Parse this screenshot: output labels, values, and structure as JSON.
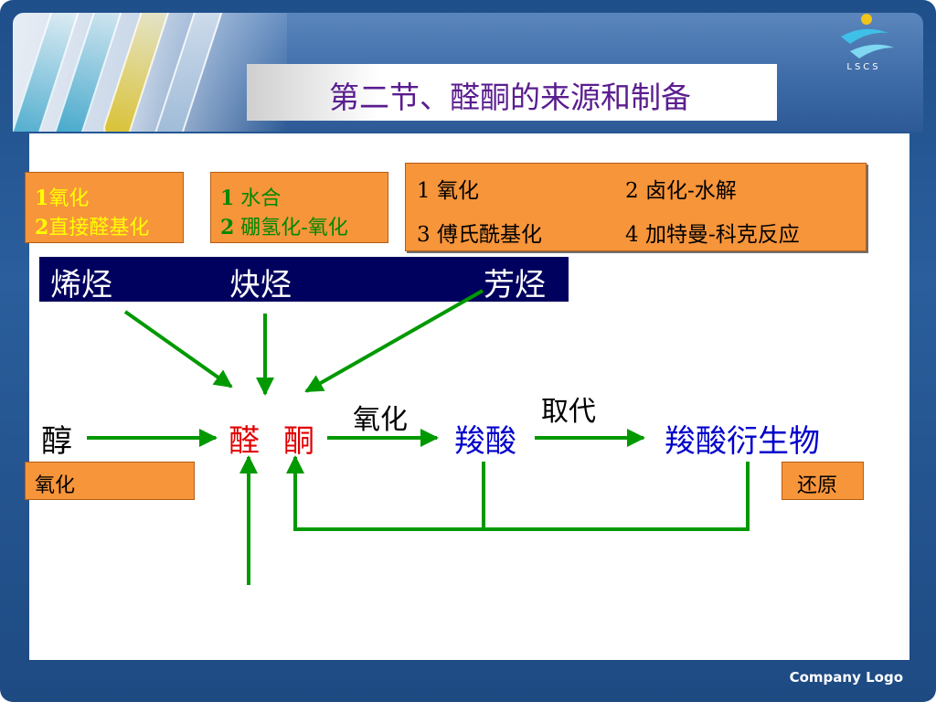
{
  "slide": {
    "title": "第二节、醛酮的来源和制备",
    "company_logo": "Company Logo",
    "logo_text": "LSCS"
  },
  "boxes": {
    "alkene": {
      "line1_num": "1",
      "line1": "氧化",
      "line2_num": "2",
      "line2": "直接醛基化"
    },
    "alkyne": {
      "line1_num": "1",
      "line1": " 水合",
      "line2_num": "2",
      "line2": " 硼氢化-氧化"
    },
    "aromatic": {
      "item1": "1  氧化",
      "item2": "2  卤化-水解",
      "item3": "3  傅氏酰基化",
      "item4": "4   加特曼-科克反应"
    },
    "alcohol": "氧化",
    "reduce": "还原"
  },
  "band": {
    "alkene": "烯烃",
    "alkyne": "炔烃",
    "aromatic": "芳烃"
  },
  "nodes": {
    "alcohol": "醇",
    "aldehyde": "醛",
    "ketone": "酮",
    "acid": "羧酸",
    "derivative": "羧酸衍生物",
    "label_oxidation": "氧化",
    "label_substitution": "取代"
  },
  "colors": {
    "box_fill": "#f7953b",
    "band_fill": "#00005e",
    "arrow": "#009900",
    "aldehyde_ketone": "#e00000",
    "acid": "#0000cc",
    "title": "#5a1d8f",
    "box1_text": "#ffff00",
    "box2_text": "#008800"
  }
}
